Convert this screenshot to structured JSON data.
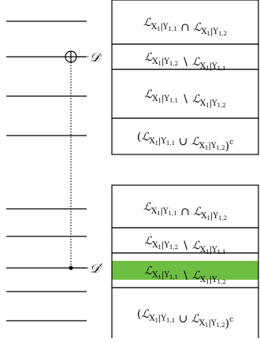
{
  "left_markers": {
    "top": "𝒟",
    "bottom": "𝒟′"
  },
  "upper_table": {
    "rows": [
      {
        "base": "ℒ",
        "sub": "X1|Y1,1",
        "op": "∩",
        "base2": "ℒ",
        "sub2": "X1|Y1,2",
        "wrap_open": "",
        "wrap_close": ""
      },
      {
        "base": "ℒ",
        "sub": "X1|Y1,2",
        "op": "∖",
        "base2": "ℒ",
        "sub2": "X1|Y1,1",
        "wrap_open": "",
        "wrap_close": ""
      },
      {
        "base": "ℒ",
        "sub": "X1|Y1,1",
        "op": "∖",
        "base2": "ℒ",
        "sub2": "X1|Y1,2",
        "wrap_open": "",
        "wrap_close": ""
      },
      {
        "base": "ℒ",
        "sub": "X1|Y1,1",
        "op": "∪",
        "base2": "ℒ",
        "sub2": "X1|Y1,2",
        "wrap_open": "(",
        "wrap_close": ")",
        "sup": "c"
      }
    ]
  },
  "lower_table": {
    "rows": [
      {
        "base": "ℒ",
        "sub": "X1|Y1,1",
        "op": "∩",
        "base2": "ℒ",
        "sub2": "X1|Y1,2",
        "wrap_open": "",
        "wrap_close": ""
      },
      {
        "base": "ℒ",
        "sub": "X1|Y1,2",
        "op": "∖",
        "base2": "ℒ",
        "sub2": "X1|Y1,1",
        "wrap_open": "",
        "wrap_close": ""
      },
      {
        "base": "ℒ",
        "sub": "X1|Y1,1",
        "op": "∖",
        "base2": "ℒ",
        "sub2": "X1|Y1,2",
        "wrap_open": "",
        "wrap_close": "",
        "highlight": true
      },
      {
        "base": "ℒ",
        "sub": "X1|Y1,1",
        "op": "∪",
        "base2": "ℒ",
        "sub2": "X1|Y1,2",
        "wrap_open": "(",
        "wrap_close": ")",
        "sup": "c"
      }
    ]
  },
  "colors": {
    "line": "#000000",
    "highlight": "#6fbe44"
  }
}
